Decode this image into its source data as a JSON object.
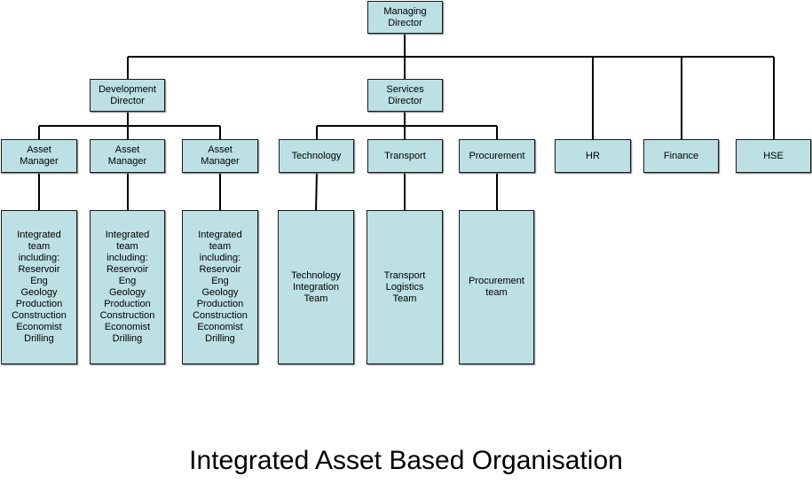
{
  "diagram": {
    "title": "Integrated Asset Based Organisation",
    "colors": {
      "box_fill": "#bce0e4",
      "line": "#000000"
    },
    "nodes": {
      "managing_director": "Managing\nDirector",
      "development_director": "Development\nDirector",
      "services_director": "Services\nDirector",
      "asset_manager_1": "Asset\nManager",
      "asset_manager_2": "Asset\nManager",
      "asset_manager_3": "Asset\nManager",
      "technology": "Technology",
      "transport": "Transport",
      "procurement": "Procurement",
      "hr": "HR",
      "finance": "Finance",
      "hse": "HSE",
      "team_1": "Integrated\nteam\nincluding:\nReservoir\nEng\nGeology\nProduction\nConstruction\nEconomist\nDrilling",
      "team_2": "Integrated\nteam\nincluding:\nReservoir\nEng\nGeology\nProduction\nConstruction\nEconomist\nDrilling",
      "team_3": "Integrated\nteam\nincluding:\nReservoir\nEng\nGeology\nProduction\nConstruction\nEconomist\nDrilling",
      "technology_team": "Technology\nIntegration\nTeam",
      "transport_team": "Transport\nLogistics\nTeam",
      "procurement_team": "Procurement\nteam"
    }
  }
}
